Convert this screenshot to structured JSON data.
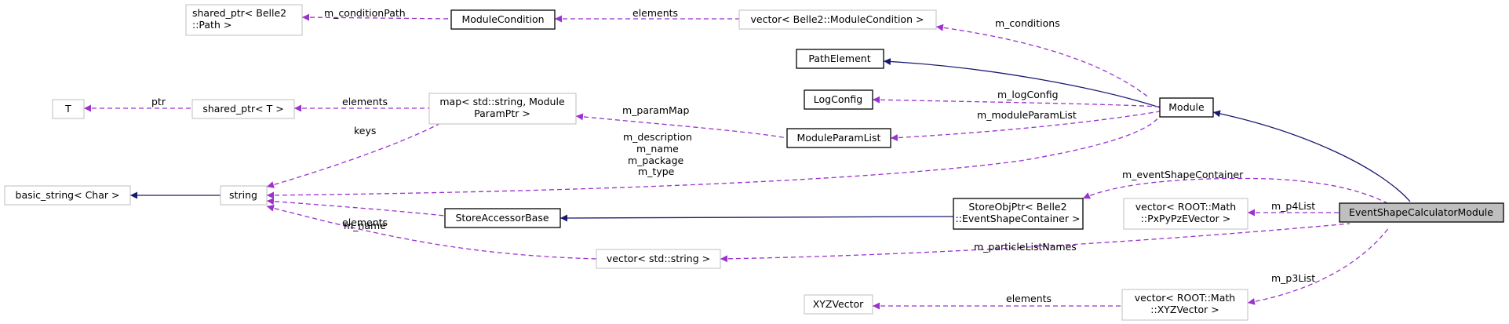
{
  "colors": {
    "inheritance": "#191970",
    "usage": "#9a32cd",
    "focus_fill": "#bfbfbf",
    "undocumented_border": "#bfbfbf",
    "documented_border": "#000000"
  },
  "nodes": {
    "shared_ptr_path": [
      "shared_ptr< Belle2",
      "::Path >"
    ],
    "module_condition": [
      "ModuleCondition"
    ],
    "vector_module_condition": [
      "vector< Belle2::ModuleCondition >"
    ],
    "path_element": [
      "PathElement"
    ],
    "log_config": [
      "LogConfig"
    ],
    "module": [
      "Module"
    ],
    "t": [
      "T"
    ],
    "shared_ptr_t": [
      "shared_ptr< T >"
    ],
    "map_module_param": [
      "map< std::string, Module",
      "ParamPtr >"
    ],
    "module_param_list": [
      "ModuleParamList"
    ],
    "basic_string": [
      "basic_string< Char >"
    ],
    "string": [
      "string"
    ],
    "store_accessor_base": [
      "StoreAccessorBase"
    ],
    "store_obj_ptr": [
      "StoreObjPtr< Belle2",
      "::EventShapeContainer >"
    ],
    "vector_pxpypze": [
      "vector< ROOT::Math",
      "::PxPyPzEVector >"
    ],
    "event_shape_calculator": [
      "EventShapeCalculatorModule"
    ],
    "vector_string": [
      "vector< std::string >"
    ],
    "xyz_vector": [
      "XYZVector"
    ],
    "vector_xyz": [
      "vector< ROOT::Math",
      "::XYZVector >"
    ]
  },
  "edges": {
    "m_conditionPath": [
      "m_conditionPath"
    ],
    "elements_condition": [
      "elements"
    ],
    "m_conditions": [
      "m_conditions"
    ],
    "m_logConfig": [
      "m_logConfig"
    ],
    "ptr": [
      "ptr"
    ],
    "elements_shared_ptr_t": [
      "elements"
    ],
    "m_paramMap": [
      "m_paramMap"
    ],
    "m_moduleParamList": [
      "m_moduleParamList"
    ],
    "keys": [
      "keys"
    ],
    "module_strings": [
      "m_description",
      "m_name",
      "m_package",
      "m_type"
    ],
    "m_eventShapeContainer": [
      "m_eventShapeContainer"
    ],
    "m_name_store": [
      "m_name"
    ],
    "m_p4List": [
      "m_p4List"
    ],
    "elements_string_vector": [
      "elements"
    ],
    "m_particleListNames": [
      "m_particleListNames"
    ],
    "m_p3List": [
      "m_p3List"
    ],
    "elements_xyz": [
      "elements"
    ]
  }
}
